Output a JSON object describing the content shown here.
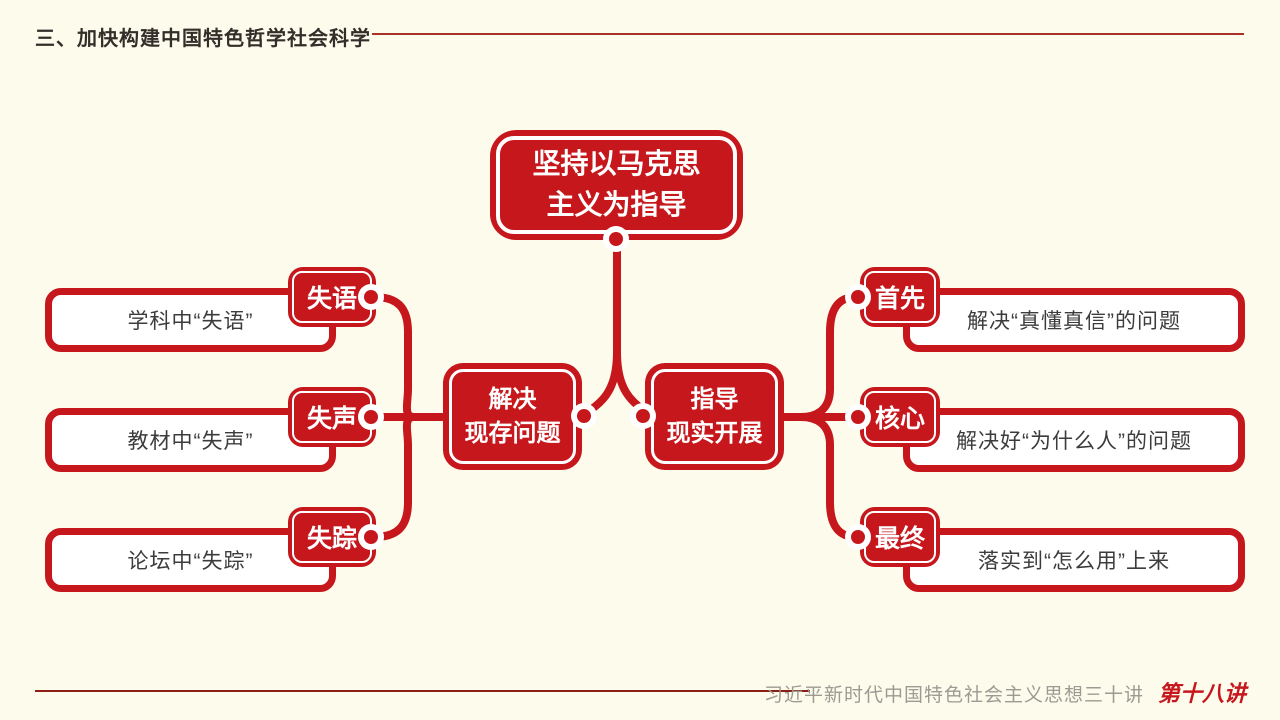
{
  "colors": {
    "accent_red": "#C6171D",
    "background": "#FCFBEC",
    "header_text": "#332E29",
    "footer_gray": "#9B9B93"
  },
  "header": {
    "title": "三、加快构建中国特色哲学社会科学"
  },
  "diagram": {
    "root": {
      "line1": "坚持以马克思",
      "line2": "主义为指导"
    },
    "hub_left": {
      "line1": "解决",
      "line2": "现存问题"
    },
    "hub_right": {
      "line1": "指导",
      "line2": "现实开展"
    },
    "left_items": [
      {
        "tag": "失语",
        "label": "学科中“失语”"
      },
      {
        "tag": "失声",
        "label": "教材中“失声”"
      },
      {
        "tag": "失踪",
        "label": "论坛中“失踪”"
      }
    ],
    "right_items": [
      {
        "tag": "首先",
        "label": "解决“真懂真信”的问题"
      },
      {
        "tag": "核心",
        "label": "解决好“为什么人”的问题"
      },
      {
        "tag": "最终",
        "label": "落实到“怎么用”上来"
      }
    ]
  },
  "footer": {
    "series": "习近平新时代中国特色社会主义思想三十讲",
    "episode": "第十八讲"
  }
}
